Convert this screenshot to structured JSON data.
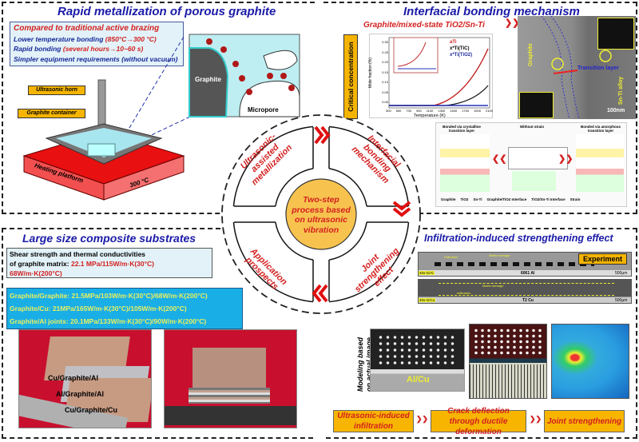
{
  "center": {
    "label": "Two-step process based on ultrasonic vibration",
    "quadrants": [
      "Ultrasonic-assisted metallization",
      "Interfacial bonding mechanism",
      "Joint strengthening effect",
      "Application prospects"
    ]
  },
  "panel1": {
    "title": "Rapid metallization of porous graphite",
    "compare_heading": "Compared to traditional active brazing",
    "bullets": [
      {
        "text": "Lower  temperature bonding",
        "detail": "(850°C→300 °C)"
      },
      {
        "text": "Rapid bonding",
        "detail": "(several hours→10~60 s)"
      },
      {
        "text": "Simpler equipment requirements",
        "detail": "(without vacuum)"
      }
    ],
    "labels": {
      "horn": "Ultrasonic horn",
      "container": "Graphite container",
      "platform": "Heating platform",
      "temp": "300 °C",
      "graphite": "Graphite",
      "micropore": "Micropore"
    }
  },
  "panel2": {
    "title": "Interfacial bonding mechanism",
    "subtitle": "Graphite/mixed-state TiO2/Sn-Ti",
    "side_label": "Critical concentration",
    "chart": {
      "xlabel": "Temperature (K)",
      "ylabel": "Mole fraction (%)",
      "xticks": [
        "300",
        "500",
        "700",
        "900",
        "1100",
        "1300",
        "1500",
        "1700",
        "1900",
        "2100"
      ],
      "yticks": [
        "0.00",
        "0.05",
        "0.10",
        "0.15",
        "0.20",
        "0.25",
        "0.30"
      ],
      "legend": [
        "aTi",
        "x*Ti(TiC)",
        "x*Ti(TiO2)"
      ]
    },
    "tem": {
      "graphite": "Graphite",
      "transition": "Transition layer",
      "alloy": "Sn-Ti alloy",
      "scale": "100nm"
    },
    "schematic": {
      "left": "Bonded via crystalline transition layer",
      "middle": "Without strain",
      "right": "Bonded via amorphous transition layer",
      "legend": [
        "Graphite",
        "TiO2",
        "Sn-Ti",
        "Graphite/TiO2 Interface",
        "TiO2/Sn-Ti Interface",
        "Strain"
      ]
    }
  },
  "panel3": {
    "title": "Large size composite substrates",
    "matrix_line1": "Shear strength and thermal conductivities",
    "matrix_line2": "of graphite matrix: ",
    "matrix_value1": "22.1 MPa/115W/m·K(30°C)",
    "matrix_value2": "68W/m·K(200°C)",
    "joints": [
      "Graphite/Graphite: 21.5MPa/103W/m·K(30°C)/68W/m·K(200°C)",
      "Graphite/Cu: 21MPa/165W/m·K(30°C)/105W/m·K(200°C)",
      "Graphite/Al joints: 20.1MPa/133W/m·K(30°C)/90W/m·K(200°C)"
    ],
    "photo_labels": [
      "Cu/Graphite/Al",
      "Al/Graphite/Al",
      "Cu/Graphite/Cu"
    ]
  },
  "panel4": {
    "title": "Infiltration-induced strengthening effect",
    "experiment": "Experiment",
    "sem1": {
      "tag": "40s-G/Al",
      "metal": "6061 Al",
      "scale": "500μm",
      "note1": "Infiltration",
      "note2": "Matrix damage"
    },
    "sem2": {
      "tag": "40s-G/Cu",
      "metal": "T2 Cu",
      "scale": "500μm",
      "note1": "Infiltration",
      "note2": "Matrix damage"
    },
    "modeling_label": "Modeling based on actual image",
    "model_label": "Al/Cu",
    "flow": [
      "Ultrasonic-induced infiltration",
      "Crack deflection through ductile deformation",
      "Joint strengthening"
    ]
  }
}
